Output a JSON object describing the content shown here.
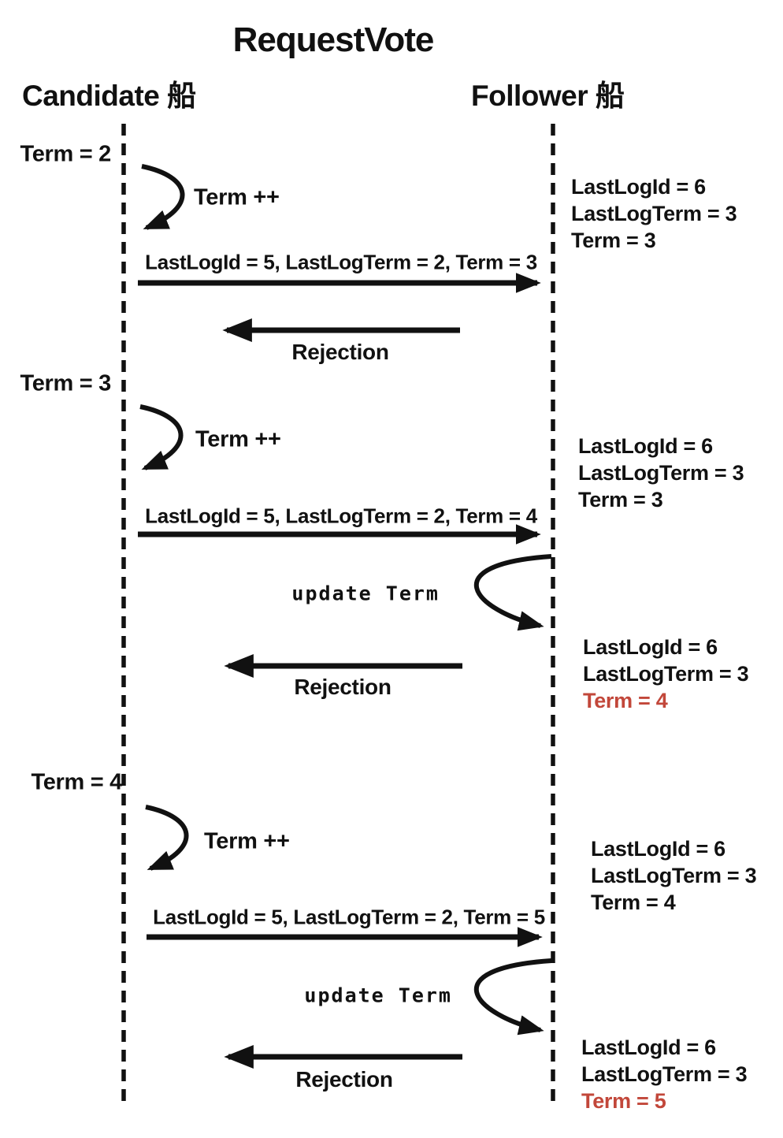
{
  "header": {
    "title": "RequestVote",
    "candidate": "Candidate 船",
    "follower": "Follower 船"
  },
  "colors": {
    "ink": "#111111",
    "highlight": "#c2473a",
    "background": "#ffffff"
  },
  "labels": {
    "term_increment": "Term ++",
    "update_term": "update Term",
    "rejection": "Rejection"
  },
  "candidate_terms": [
    {
      "label": "Term = 2"
    },
    {
      "label": "Term = 3"
    },
    {
      "label": "Term = 4"
    }
  ],
  "requests": [
    {
      "label": "LastLogId = 5, LastLogTerm = 2, Term = 3"
    },
    {
      "label": "LastLogId = 5, LastLogTerm = 2, Term = 4"
    },
    {
      "label": "LastLogId = 5, LastLogTerm = 2, Term = 5"
    }
  ],
  "follower_states": [
    {
      "last_log_id": "LastLogId = 6",
      "last_log_term": "LastLogTerm = 3",
      "term": "Term = 3",
      "term_highlighted": false
    },
    {
      "last_log_id": "LastLogId = 6",
      "last_log_term": "LastLogTerm = 3",
      "term": "Term = 3",
      "term_highlighted": false
    },
    {
      "last_log_id": "LastLogId = 6",
      "last_log_term": "LastLogTerm = 3",
      "term": "Term = 4",
      "term_highlighted": true
    },
    {
      "last_log_id": "LastLogId = 6",
      "last_log_term": "LastLogTerm = 3",
      "term": "Term = 4",
      "term_highlighted": false
    },
    {
      "last_log_id": "LastLogId = 6",
      "last_log_term": "LastLogTerm = 3",
      "term": "Term = 5",
      "term_highlighted": true
    }
  ]
}
